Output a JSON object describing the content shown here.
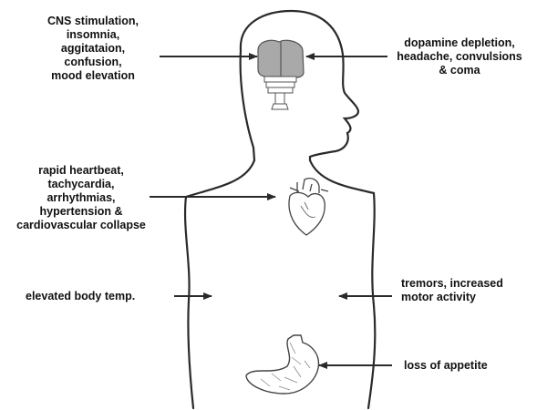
{
  "labels": {
    "cns": [
      "CNS stimulation,",
      "insomnia,",
      "aggitataion,",
      "confusion,",
      "mood elevation"
    ],
    "dopamine": [
      "dopamine depletion,",
      "headache, convulsions",
      "& coma"
    ],
    "heart": [
      "rapid heartbeat,",
      "tachycardia,",
      "arrhythmias,",
      "hypertension &",
      "cardiovascular collapse"
    ],
    "temp": [
      "elevated body temp."
    ],
    "tremors": [
      "tremors, increased",
      "motor activity"
    ],
    "appetite": [
      "loss of appetite"
    ]
  },
  "colors": {
    "outline": "#2a2a2a",
    "brain_fill": "#a9a9a9",
    "text": "#111111"
  }
}
